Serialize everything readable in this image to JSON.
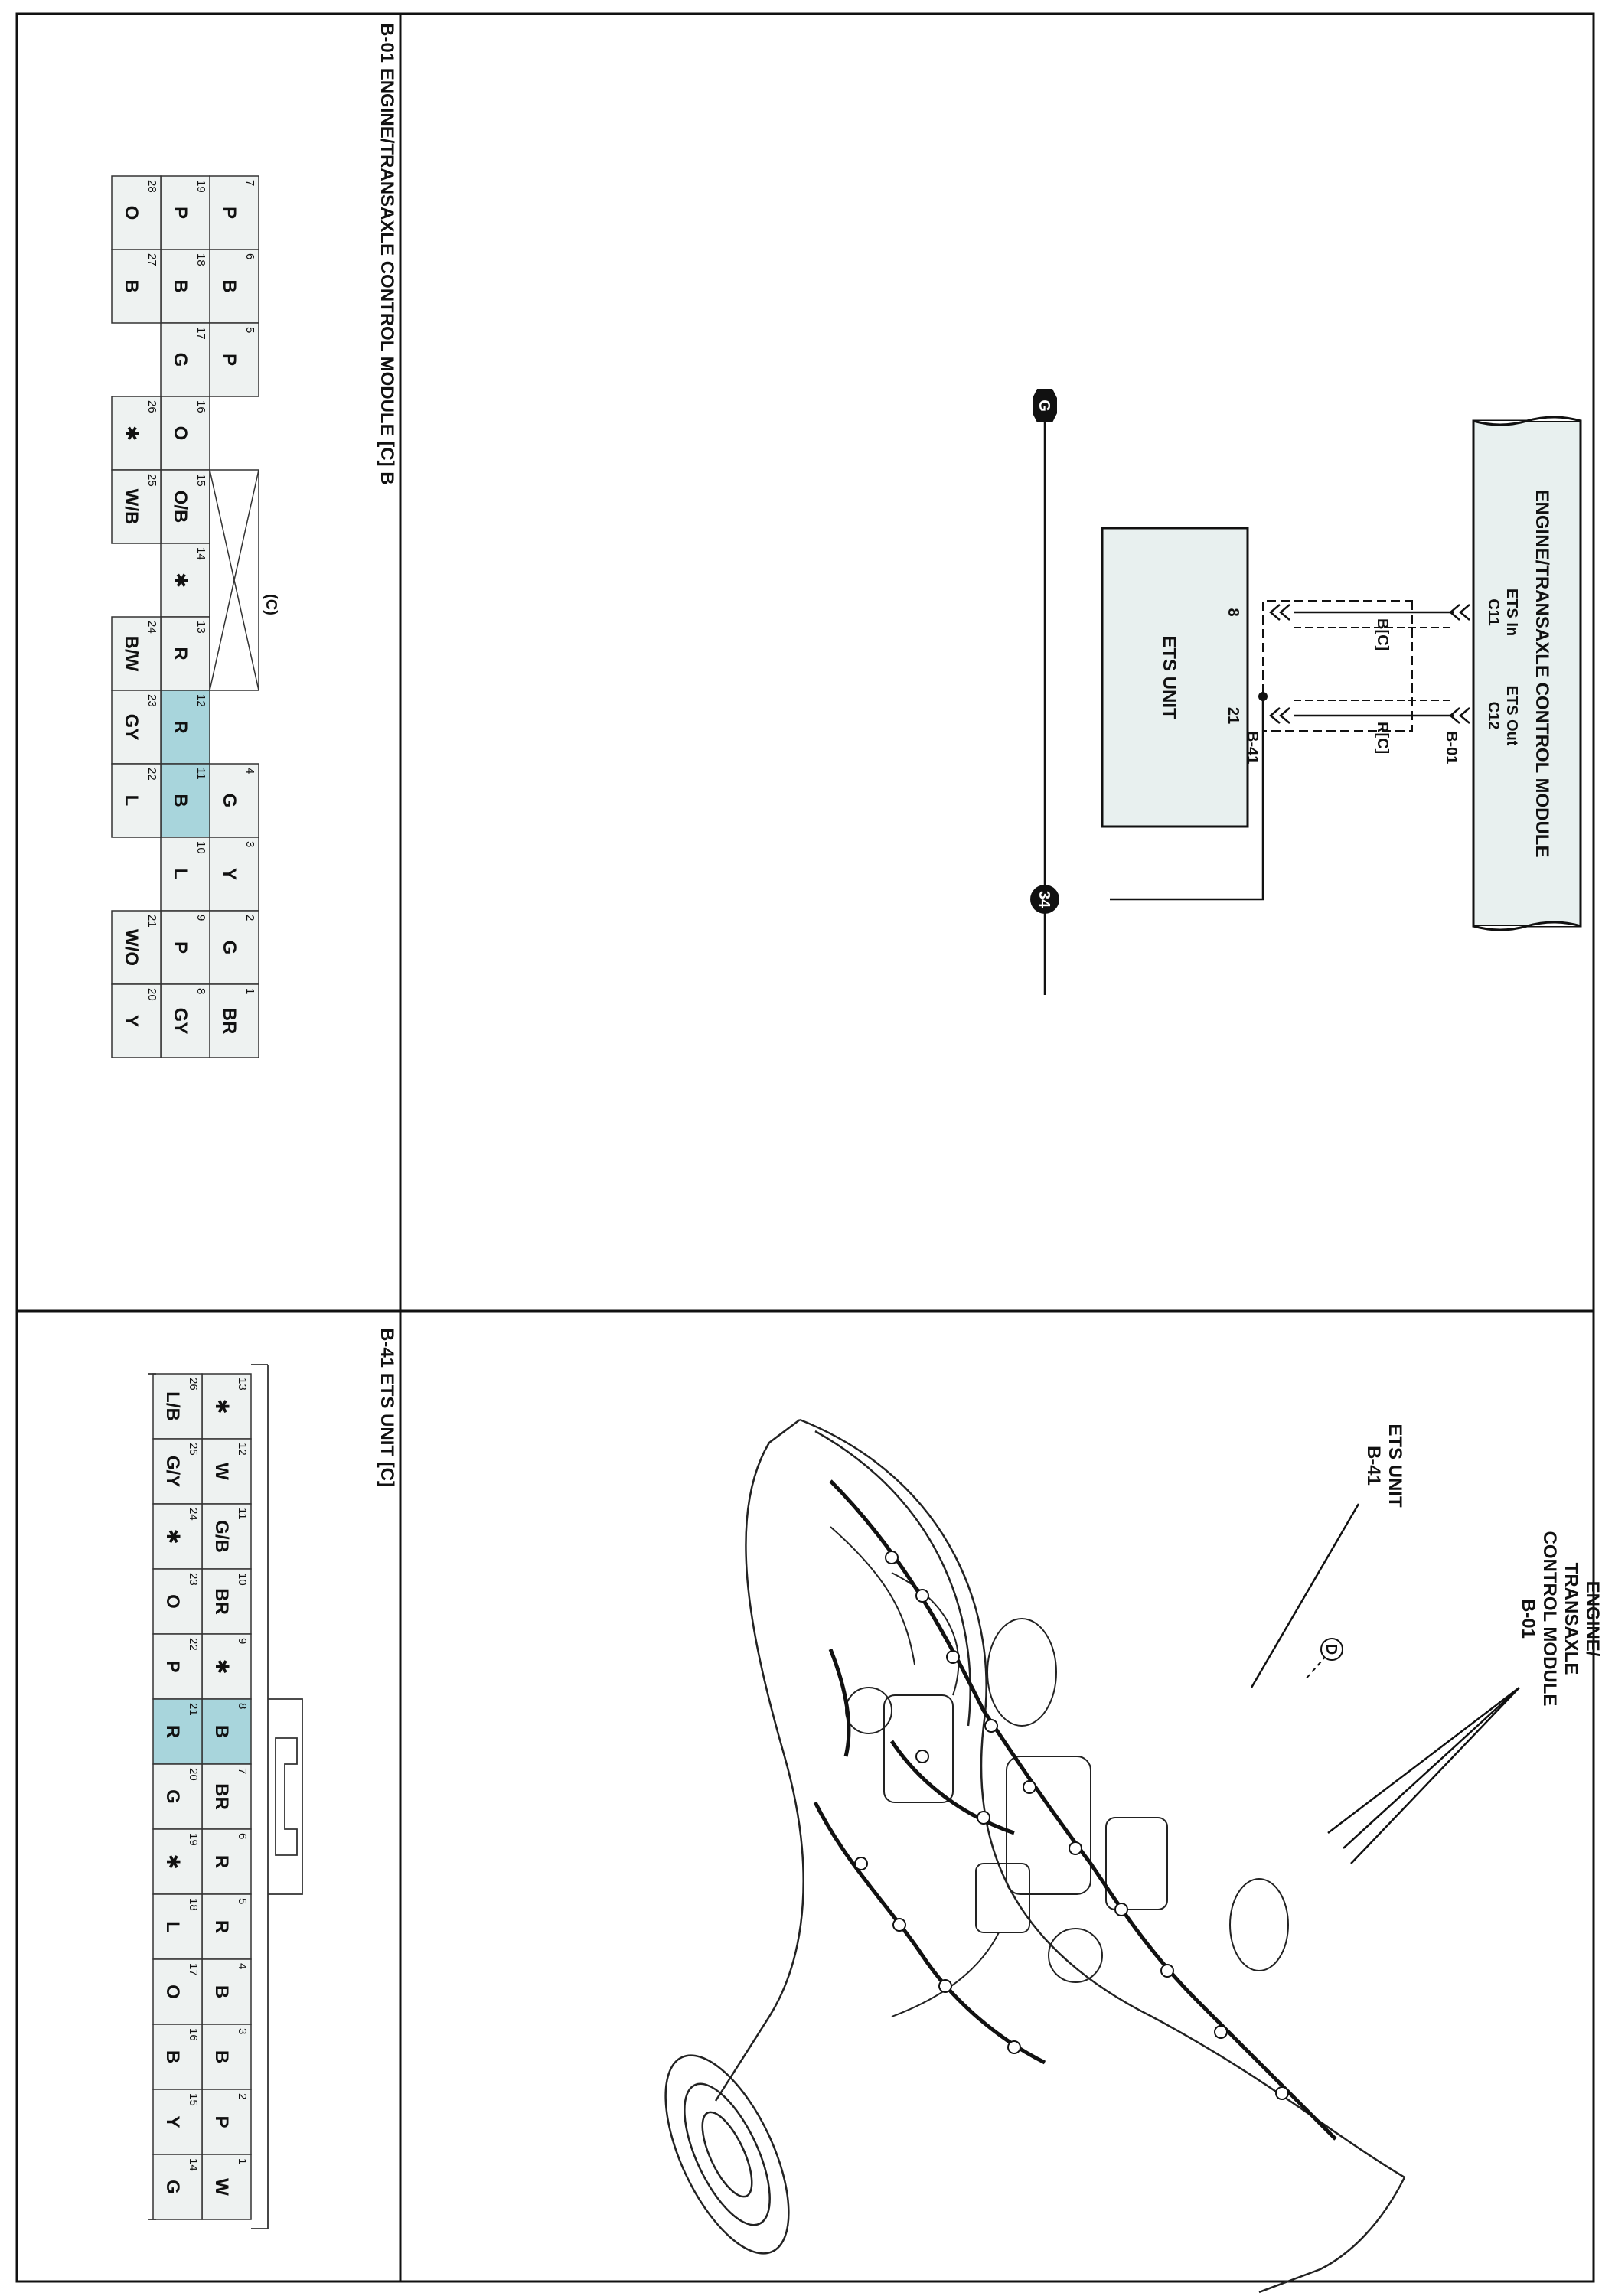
{
  "schematic": {
    "module_name": "ENGINE/TRANSAXLE CONTROL MODULE",
    "module_connector": "B-01",
    "module_pins": [
      {
        "name": "ETS In",
        "pin": "C11"
      },
      {
        "name": "ETS Out",
        "pin": "C12"
      }
    ],
    "ets_unit_name": "ETS UNIT",
    "ets_connector": "B-41",
    "ets_pins": [
      "8",
      "21"
    ],
    "wires": [
      "B[C]",
      "R[C]"
    ],
    "ground_label": "G",
    "splice_label": "34"
  },
  "connector_b01": {
    "title": "B-01 ENGINE/TRANSAXLE CONTROL MODULE [C] B",
    "part_label": "(C)",
    "highlight_color": "#a8d5dc",
    "top_row": [
      {
        "n": "7",
        "c": "P"
      },
      {
        "n": "6",
        "c": "B"
      },
      {
        "n": "5",
        "c": "P"
      },
      {
        "n": "4",
        "c": "G"
      },
      {
        "n": "3",
        "c": "Y"
      },
      {
        "n": "2",
        "c": "G"
      },
      {
        "n": "1",
        "c": "BR"
      }
    ],
    "mid_row": [
      {
        "n": "19",
        "c": "P"
      },
      {
        "n": "18",
        "c": "B"
      },
      {
        "n": "17",
        "c": "G"
      },
      {
        "n": "16",
        "c": "O"
      },
      {
        "n": "15",
        "c": "O/B"
      },
      {
        "n": "14",
        "c": "✱"
      },
      {
        "n": "13",
        "c": "R"
      },
      {
        "n": "12",
        "c": "R"
      },
      {
        "n": "11",
        "c": "B"
      },
      {
        "n": "10",
        "c": "L"
      },
      {
        "n": "9",
        "c": "P"
      },
      {
        "n": "8",
        "c": "GY"
      }
    ],
    "bot_row": [
      {
        "n": "28",
        "c": "O"
      },
      {
        "n": "27",
        "c": "B"
      },
      {
        "n": "26",
        "c": "✱"
      },
      {
        "n": "25",
        "c": "W/B"
      },
      {
        "n": "24",
        "c": "B/W"
      },
      {
        "n": "23",
        "c": "GY"
      },
      {
        "n": "22",
        "c": "L"
      },
      {
        "n": "21",
        "c": "W/O"
      },
      {
        "n": "20",
        "c": "Y"
      }
    ]
  },
  "connector_b41": {
    "title": "B-41 ETS UNIT [C]",
    "highlight_color": "#a8d5dc",
    "top_row": [
      {
        "n": "13",
        "c": "✱"
      },
      {
        "n": "12",
        "c": "W"
      },
      {
        "n": "11",
        "c": "G/B"
      },
      {
        "n": "10",
        "c": "BR"
      },
      {
        "n": "9",
        "c": "✱"
      },
      {
        "n": "8",
        "c": "B"
      },
      {
        "n": "7",
        "c": "BR"
      },
      {
        "n": "6",
        "c": "R"
      },
      {
        "n": "5",
        "c": "R"
      },
      {
        "n": "4",
        "c": "B"
      },
      {
        "n": "3",
        "c": "B"
      },
      {
        "n": "2",
        "c": "P"
      },
      {
        "n": "1",
        "c": "W"
      }
    ],
    "bot_row": [
      {
        "n": "26",
        "c": "L/B"
      },
      {
        "n": "25",
        "c": "G/Y"
      },
      {
        "n": "24",
        "c": "✱"
      },
      {
        "n": "23",
        "c": "O"
      },
      {
        "n": "22",
        "c": "P"
      },
      {
        "n": "21",
        "c": "R"
      },
      {
        "n": "20",
        "c": "G"
      },
      {
        "n": "19",
        "c": "✱"
      },
      {
        "n": "18",
        "c": "L"
      },
      {
        "n": "17",
        "c": "O"
      },
      {
        "n": "16",
        "c": "B"
      },
      {
        "n": "15",
        "c": "Y"
      },
      {
        "n": "14",
        "c": "G"
      }
    ]
  },
  "location_view": {
    "callout_tcm": [
      "ENGINE/",
      "TRANSAXLE",
      "CONTROL MODULE",
      "B-01"
    ],
    "callout_ets": [
      "ETS UNIT",
      "B-41"
    ],
    "detail_label": "D"
  }
}
